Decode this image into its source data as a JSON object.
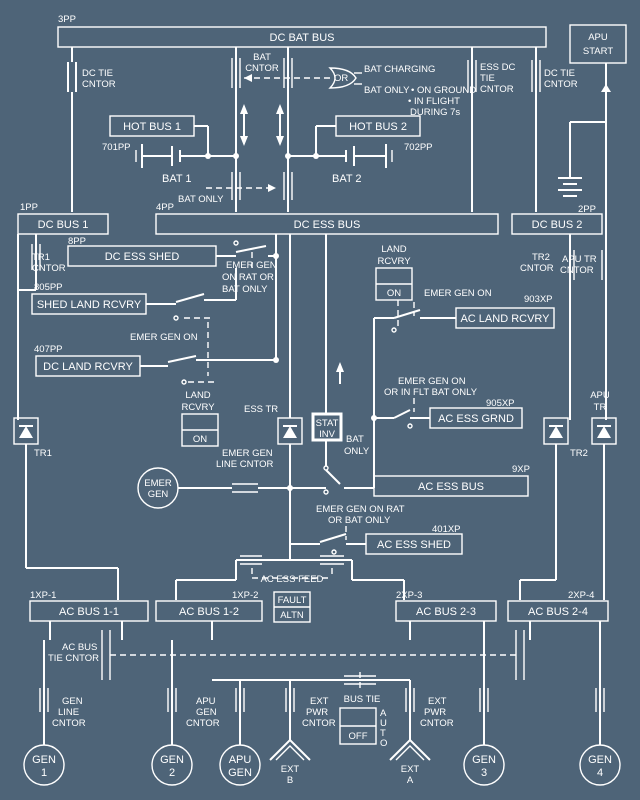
{
  "labels": {
    "pp3": "3PP",
    "dc_bat_bus": "DC BAT BUS",
    "apu_start_1": "APU",
    "apu_start_2": "START",
    "dc_tie_left_1": "DC TIE",
    "dc_tie_left_2": "CNTOR",
    "bat_cntor_1": "BAT",
    "bat_cntor_2": "CNTOR",
    "or": "OR",
    "bat_charging": "BAT CHARGING",
    "bat_only_ground": "BAT ONLY",
    "on_ground": "• ON GROUND",
    "in_flight": "• IN FLIGHT",
    "during_7s": "DURING 7s",
    "ess_dc_tie_1": "ESS DC",
    "ess_dc_tie_2": "TIE",
    "ess_dc_tie_3": "CNTOR",
    "dc_tie_right_1": "DC TIE",
    "dc_tie_right_2": "CNTOR",
    "hot_bus_1": "HOT BUS 1",
    "hot_bus_2": "HOT BUS 2",
    "pp701": "701PP",
    "pp702": "702PP",
    "bat1": "BAT 1",
    "bat2": "BAT 2",
    "bat_only_mid": "BAT ONLY",
    "pp1": "1PP",
    "pp4": "4PP",
    "pp2": "2PP",
    "dc_bus_1": "DC BUS 1",
    "dc_ess_bus": "DC ESS BUS",
    "dc_bus_2": "DC BUS 2",
    "pp8": "8PP",
    "dc_ess_shed": "DC ESS SHED",
    "tr1_cntor_1": "TR1",
    "tr1_cntor_2": "CNTOR",
    "tr2_cntor_1": "TR2",
    "tr2_cntor_2": "CNTOR",
    "apu_tr_cntor_1": "APU TR",
    "apu_tr_cntor_2": "CNTOR",
    "emer_gen_1": "EMER GEN",
    "emer_gen_2": "ON RAT OR",
    "emer_gen_3": "BAT ONLY",
    "pp805": "805PP",
    "shed_land_rcvry": "SHED LAND RCVRY",
    "emer_gen_on": "EMER GEN ON",
    "pp407": "407PP",
    "dc_land_rcvry": "DC LAND RCVRY",
    "land_rcvry_l1": "LAND",
    "land_rcvry_l2": "RCVRY",
    "land_rcvry_r1": "LAND",
    "land_rcvry_r2": "RCVRY",
    "on": "ON",
    "emer_gen_on_r": "EMER GEN ON",
    "xp903": "903XP",
    "ac_land_rcvry": "AC LAND RCVRY",
    "emer_gen_on_rat_1": "EMER GEN ON",
    "emer_gen_on_rat_2": "OR IN FLT BAT ONLY",
    "xp905": "905XP",
    "ac_ess_grnd": "AC ESS GRND",
    "ess_tr": "ESS TR",
    "stat_inv_1": "STAT",
    "stat_inv_2": "INV",
    "tr1": "TR1",
    "tr2": "TR2",
    "apu_tr_1": "APU",
    "apu_tr_2": "TR",
    "bat_only_inv_1": "BAT",
    "bat_only_inv_2": "ONLY",
    "emer_gen_line_1": "EMER GEN",
    "emer_gen_line_2": "LINE CNTOR",
    "emer_gen_circle_1": "EMER",
    "emer_gen_circle_2": "GEN",
    "xp9": "9XP",
    "ac_ess_bus": "AC ESS BUS",
    "emer_gen_rat_1": "EMER GEN ON RAT",
    "emer_gen_rat_2": "OR BAT ONLY",
    "xp401": "401XP",
    "ac_ess_shed": "AC ESS SHED",
    "ac_ess_feed": "AC ESS FEED",
    "xp1_1": "1XP-1",
    "xp1_2": "1XP-2",
    "xp2_3": "2XP-3",
    "xp2_4": "2XP-4",
    "ac_bus_1_1": "AC BUS 1-1",
    "ac_bus_1_2": "AC BUS 1-2",
    "fault": "FAULT",
    "altn": "ALTN",
    "ac_bus_2_3": "AC BUS 2-3",
    "ac_bus_2_4": "AC BUS 2-4",
    "ac_bus_tie_1": "AC BUS",
    "ac_bus_tie_2": "TIE CNTOR",
    "gen_line_1": "GEN",
    "gen_line_2": "LINE",
    "gen_line_3": "CNTOR",
    "apu_gen_cntor_1": "APU",
    "apu_gen_cntor_2": "GEN",
    "apu_gen_cntor_3": "CNTOR",
    "ext_pwr_l_1": "EXT",
    "ext_pwr_l_2": "PWR",
    "ext_pwr_l_3": "CNTOR",
    "bus_tie": "BUS TIE",
    "auto_a": "A",
    "auto_u": "U",
    "auto_t": "T",
    "auto_o": "O",
    "off": "OFF",
    "ext_pwr_r_1": "EXT",
    "ext_pwr_r_2": "PWR",
    "ext_pwr_r_3": "CNTOR",
    "gen1_1": "GEN",
    "gen1_2": "1",
    "gen2_1": "GEN",
    "gen2_2": "2",
    "apu_gen_1": "APU",
    "apu_gen_2": "GEN",
    "ext_b_1": "EXT",
    "ext_b_2": "B",
    "ext_a_1": "EXT",
    "ext_a_2": "A",
    "gen3_1": "GEN",
    "gen3_2": "3",
    "gen4_1": "GEN",
    "gen4_2": "4"
  },
  "colors": {
    "background": "#4e6478",
    "line": "#ffffff"
  }
}
